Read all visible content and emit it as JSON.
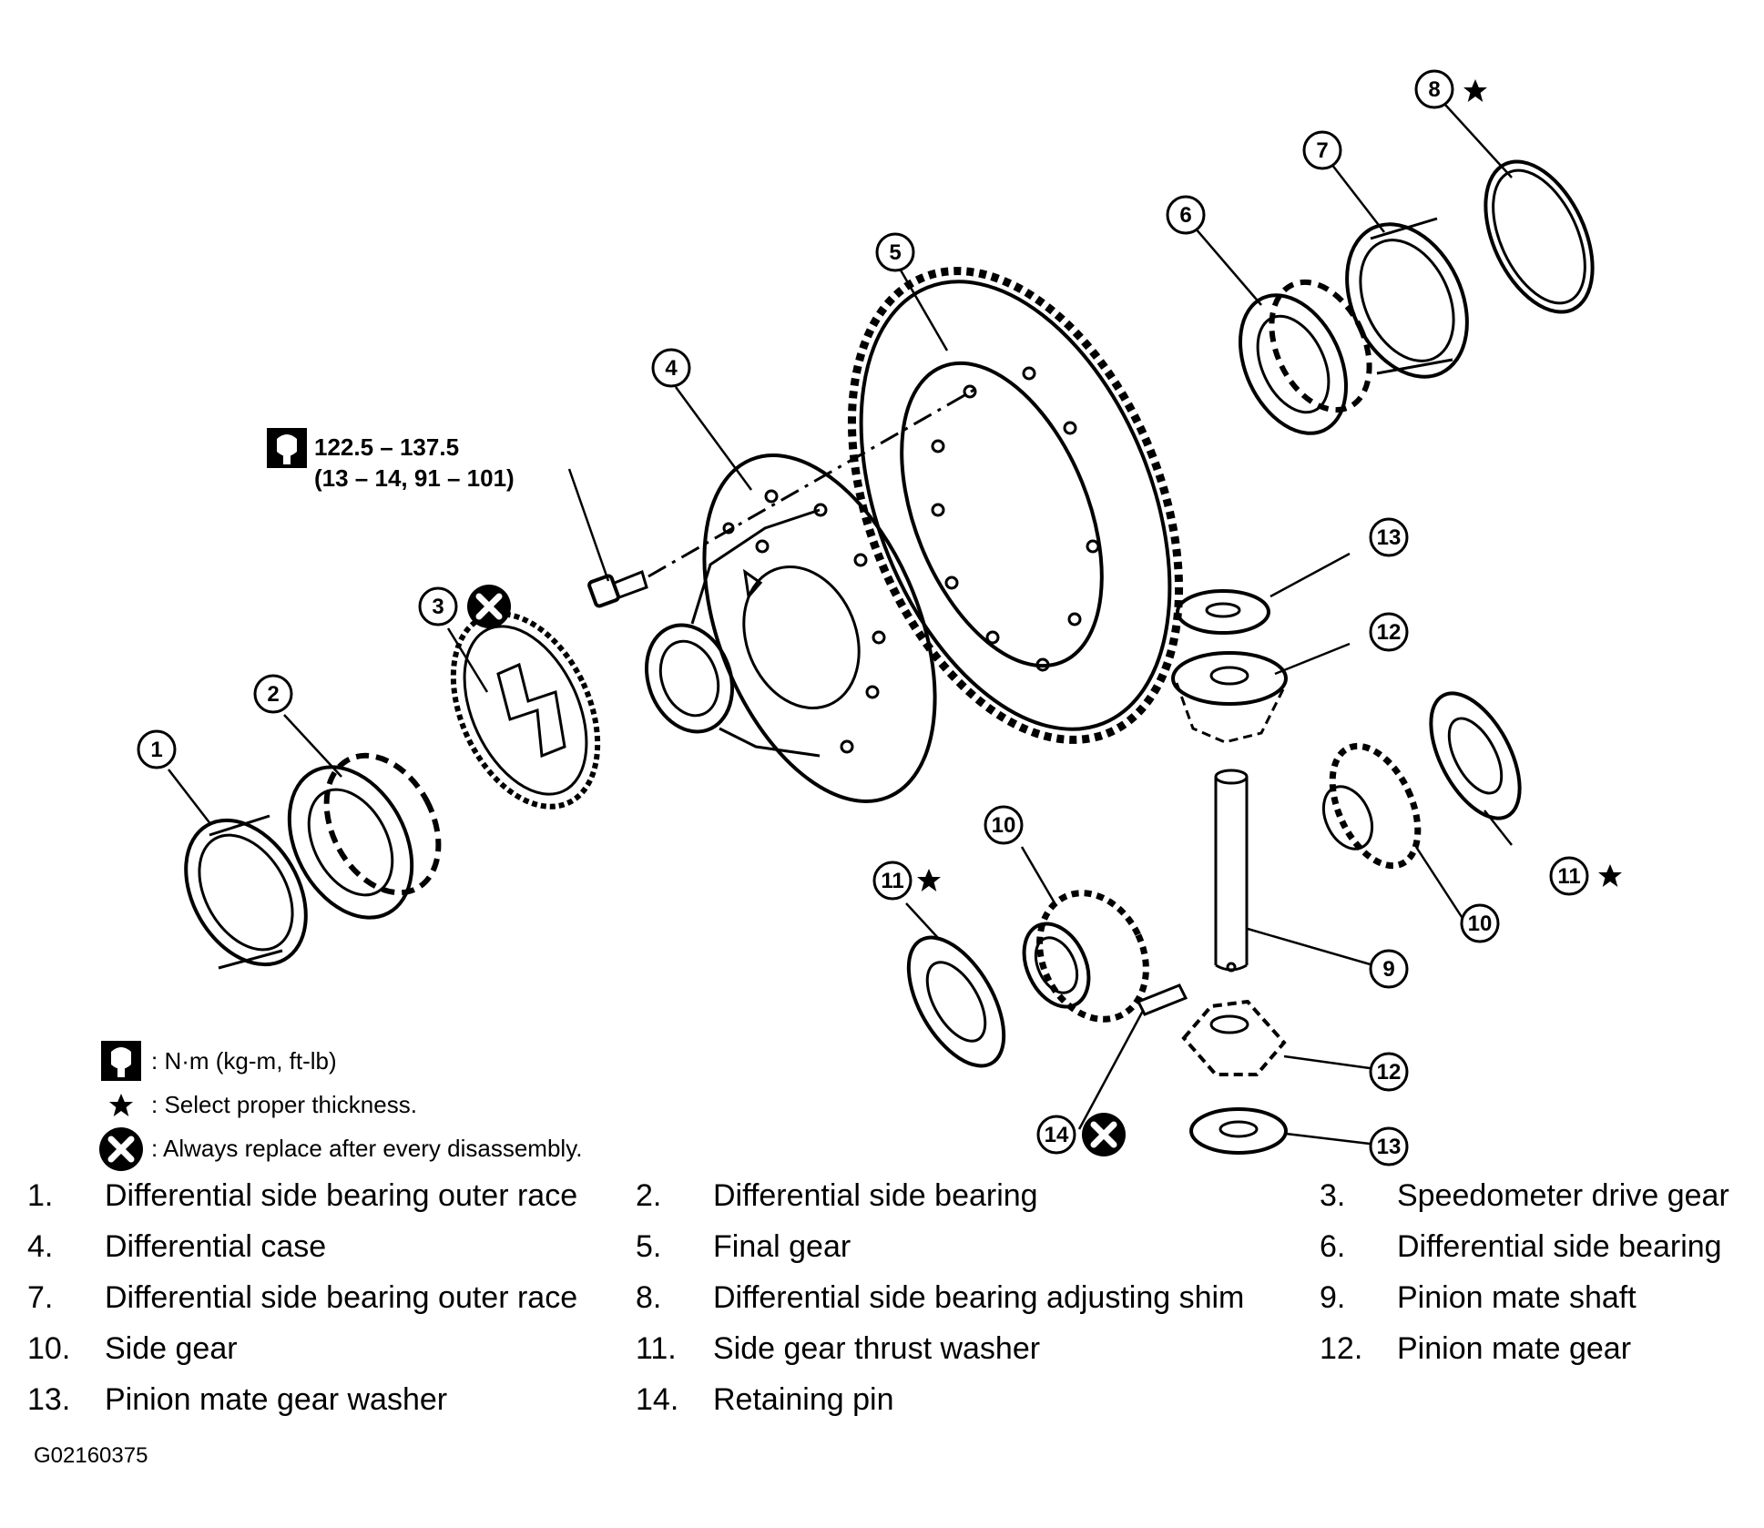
{
  "diagram": {
    "callouts": [
      "1",
      "2",
      "3",
      "4",
      "5",
      "6",
      "7",
      "8",
      "9",
      "10",
      "10",
      "11",
      "11",
      "12",
      "12",
      "13",
      "13",
      "14"
    ],
    "torque": {
      "value": "122.5 – 137.5",
      "alt": "(13 – 14, 91 – 101)"
    },
    "legend": [
      {
        "icon": "torque-wrench-icon",
        "text": ": N·m (kg-m, ft-lb)"
      },
      {
        "icon": "star-icon",
        "text": ": Select proper thickness."
      },
      {
        "icon": "replace-x-icon",
        "text": ": Always replace after every disassembly."
      }
    ]
  },
  "parts": [
    {
      "num": "1.",
      "name": "Differential side bearing outer race"
    },
    {
      "num": "2.",
      "name": "Differential side bearing"
    },
    {
      "num": "3.",
      "name": "Speedometer drive gear"
    },
    {
      "num": "4.",
      "name": "Differential case"
    },
    {
      "num": "5.",
      "name": "Final gear"
    },
    {
      "num": "6.",
      "name": "Differential side bearing"
    },
    {
      "num": "7.",
      "name": "Differential side bearing outer race"
    },
    {
      "num": "8.",
      "name": "Differential side bearing adjusting shim"
    },
    {
      "num": "9.",
      "name": "Pinion mate shaft"
    },
    {
      "num": "10.",
      "name": "Side gear"
    },
    {
      "num": "11.",
      "name": "Side gear thrust washer"
    },
    {
      "num": "12.",
      "name": "Pinion mate gear"
    },
    {
      "num": "13.",
      "name": "Pinion mate gear washer"
    },
    {
      "num": "14.",
      "name": "Retaining pin"
    }
  ],
  "figure_code": "G02160375"
}
